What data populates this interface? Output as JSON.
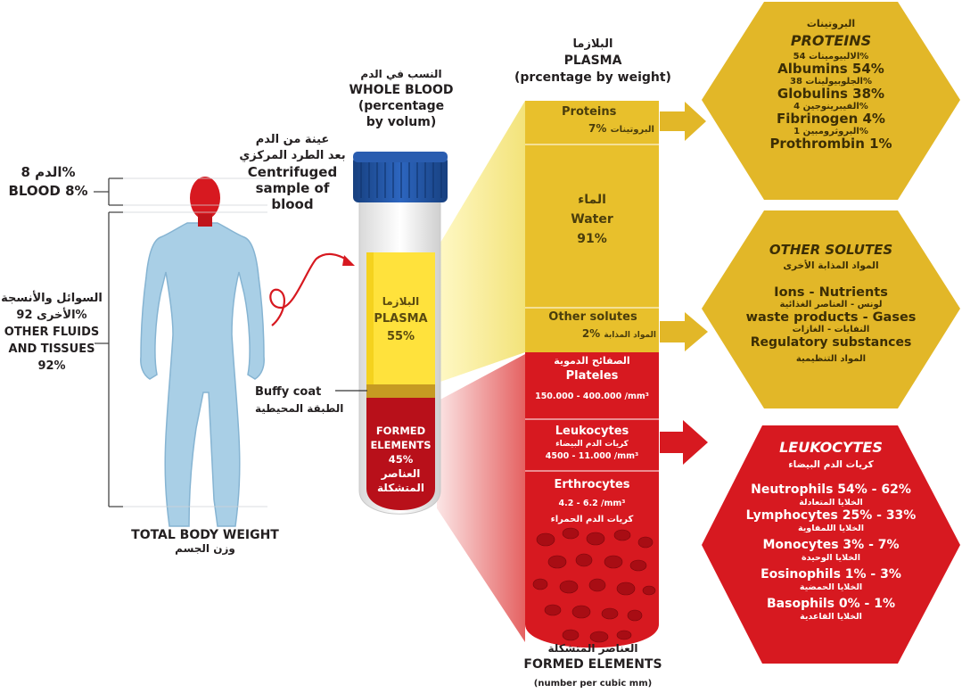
{
  "colors": {
    "plasma": "#e8c02c",
    "plasma_hex": "#e2b728",
    "red": "#d71920",
    "tube_cap": "#1f4fa0",
    "body": "#a9cfe6",
    "head": "#d71920"
  },
  "left": {
    "blood_ar": "الدم 8%",
    "blood_en": "BLOOD 8%",
    "fluids_ar_1": "السوائل والأنسجة",
    "fluids_ar_2": "الأخرى 92%",
    "fluids_en_1": "OTHER FLUIDS",
    "fluids_en_2": "AND TISSUES",
    "fluids_en_3": "92%",
    "total_en": "TOTAL BODY WEIGHT",
    "total_ar": "وزن الجسم"
  },
  "sample": {
    "ar_1": "عينة من الدم",
    "ar_2": "بعد الطرد المركزي",
    "en_1": "Centrifuged",
    "en_2": "sample of",
    "en_3": "blood"
  },
  "tube": {
    "header_ar": "النسب في الدم",
    "header_en_1": "WHOLE BLOOD",
    "header_en_2": "(percentage",
    "header_en_3": "by volum)",
    "plasma_ar": "البلازما",
    "plasma_en": "PLASMA",
    "plasma_pct": "55%",
    "buffy_en": "Buffy coat",
    "buffy_ar": "الطبقة المحيطية",
    "formed_en_1": "FORMED",
    "formed_en_2": "ELEMENTS",
    "formed_pct": "45%",
    "formed_ar_1": "العناصر",
    "formed_ar_2": "المتشكلة"
  },
  "column": {
    "header_ar": "البلازما",
    "header_en_1": "PLASMA",
    "header_en_2": "(prcentage by weight)",
    "proteins_en": "Proteins",
    "proteins_ar": "البروتينات",
    "proteins_pct": "7%",
    "water_ar": "الماء",
    "water_en": "Water",
    "water_pct": "91%",
    "solutes_en": "Other solutes",
    "solutes_ar": "المواد المذابة",
    "solutes_pct": "2%",
    "platelets_ar": "الصفائح الدموية",
    "platelets_en": "Plateles",
    "platelets_val": "150.000 - 400.000 /mm³",
    "leuko_en": "Leukocytes",
    "leuko_ar": "كريات الدم البيضاء",
    "leuko_val": "4500 - 11.000 /mm³",
    "erythro_en": "Erthrocytes",
    "erythro_val": "4.2 - 6.2 /mm³",
    "erythro_ar": "كريات الدم الحمراء",
    "footer_ar": "العناصر المتشكلة",
    "footer_en": "FORMED ELEMENTS",
    "footer_unit": "(number per cubic mm)"
  },
  "proteins_hex": {
    "title_ar": "البروتينات",
    "title_en": "PROTEINS",
    "items": [
      {
        "ar": "الالبيومينات 54%",
        "en": "Albumins 54%"
      },
      {
        "ar": "الجلوبيولينات 38%",
        "en": "Globulins 38%"
      },
      {
        "ar": "الفيبرينوجين 4%",
        "en": "Fibrinogen 4%"
      },
      {
        "ar": "البروثرومبين 1%",
        "en": "Prothrombin 1%"
      }
    ]
  },
  "solutes_hex": {
    "title_en": "OTHER SOLUTES",
    "title_ar": "المواد المذابة الأخرى",
    "items": [
      {
        "en": "Ions - Nutrients",
        "ar": "لونس - العناصر الغذائية"
      },
      {
        "en": "waste products - Gases",
        "ar": "النفايات - الغازات"
      },
      {
        "en": "Regulatory substances",
        "ar": "المواد التنظيمية"
      }
    ]
  },
  "leuko_hex": {
    "title_en": "LEUKOCYTES",
    "title_ar": "كريات الدم البيضاء",
    "items": [
      {
        "en": "Neutrophils 54% - 62%",
        "ar": "الخلايا المتعادلة"
      },
      {
        "en": "Lymphocytes 25% - 33%",
        "ar": "الخلايا اللمفاوية"
      },
      {
        "en": "Monocytes 3% - 7%",
        "ar": "الخلايا الوحيدة"
      },
      {
        "en": "Eosinophils 1% - 3%",
        "ar": "الخلايا الحمضية"
      },
      {
        "en": "Basophils 0% - 1%",
        "ar": "الخلايا القاعدية"
      }
    ]
  }
}
